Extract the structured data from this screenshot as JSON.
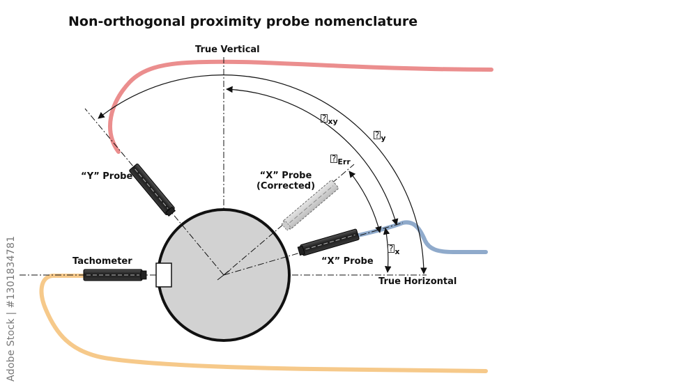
{
  "title": "Non-orthogonal proximity probe nomenclature",
  "labels": {
    "true_vertical": "True Vertical",
    "true_horizontal": "True Horizontal",
    "y_probe": "“Y” Probe",
    "x_probe": "“X” Probe",
    "x_probe_corrected_line1": "“X” Probe",
    "x_probe_corrected_line2": "(Corrected)",
    "tachometer": "Tachometer"
  },
  "angle_labels": {
    "theta_xy": {
      "symbol": "?",
      "subscript": "xy"
    },
    "theta_y": {
      "symbol": "?",
      "subscript": "y"
    },
    "theta_err": {
      "symbol": "?",
      "subscript": "Err"
    },
    "theta_x": {
      "symbol": "?",
      "subscript": "x"
    }
  },
  "watermark": "Adobe Stock | #1301834781",
  "colors": {
    "y_cable": "#eb8e8e",
    "x_cable": "#8faacb",
    "tach_cable": "#f6c98a",
    "shaft_fill": "#d2d2d2",
    "probe_body": "#2b2b2b"
  }
}
